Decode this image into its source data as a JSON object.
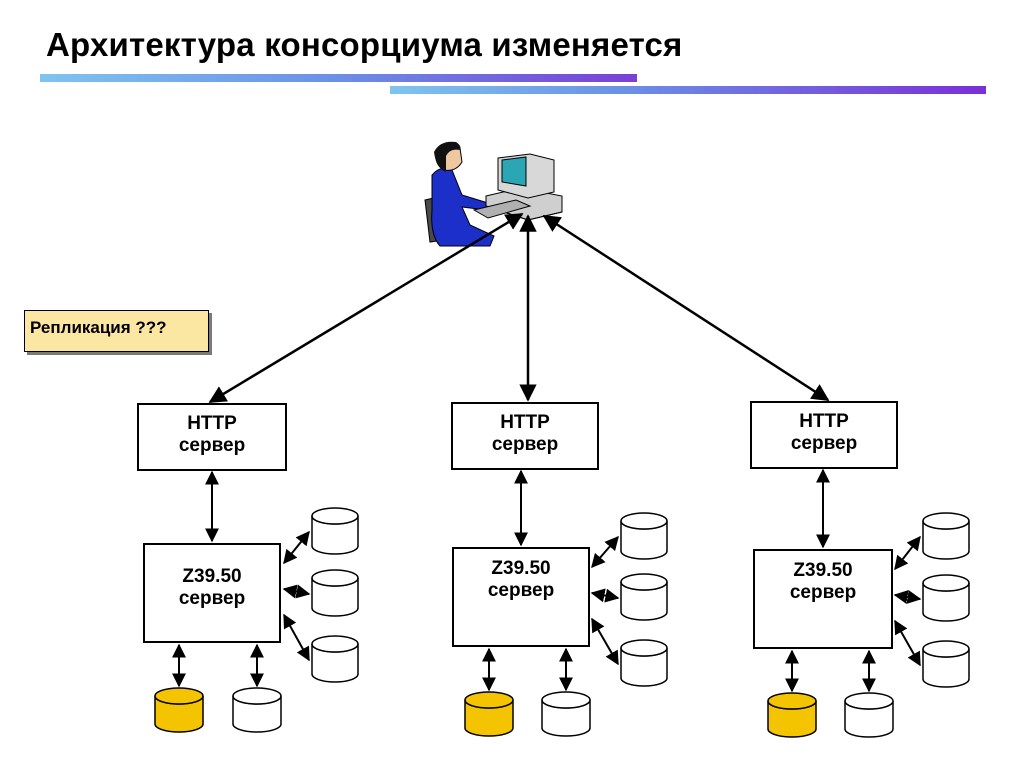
{
  "title": "Архитектура консорциума изменяется",
  "note": "Репликация ???",
  "nodes": [
    {
      "http": [
        "HTTP",
        "сервер"
      ],
      "z3950": [
        "Z39.50",
        "сервер"
      ]
    },
    {
      "http": [
        "HTTP",
        "сервер"
      ],
      "z3950": [
        "Z39.50",
        "сервер"
      ]
    },
    {
      "http": [
        "HTTP",
        "сервер"
      ],
      "z3950": [
        "Z39.50",
        "сервер"
      ]
    }
  ],
  "colors": {
    "highlight_db": "#f5c400",
    "plain_db": "#ffffff",
    "note_bg": "#fbe6a2",
    "user_clothes": "#1c2fc8",
    "monitor_screen": "#2aa6b5"
  },
  "icons": {
    "user": "user-at-computer-icon",
    "database": "database-cylinder-icon"
  }
}
